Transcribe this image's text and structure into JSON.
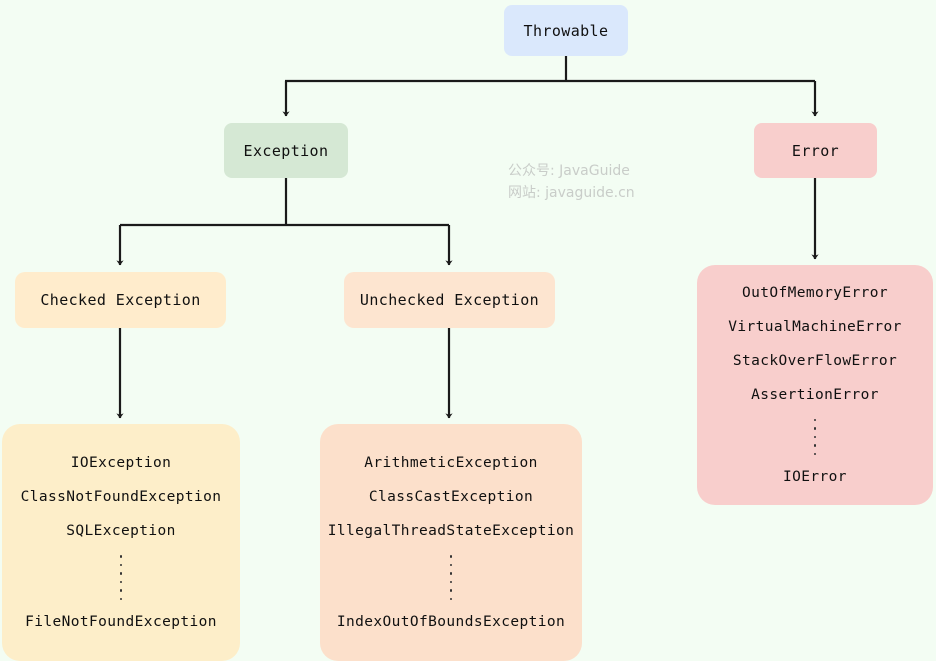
{
  "diagram": {
    "title": "Java Throwable Hierarchy",
    "background_color": "#f3fdf3",
    "edge_color": "#1a1a1a",
    "watermark": {
      "line1": "公众号: JavaGuide",
      "line2": "网站: javaguide.cn",
      "color": "#c9cdc9"
    },
    "nodes": {
      "throwable": {
        "label": "Throwable",
        "color": "#dae8fc"
      },
      "exception": {
        "label": "Exception",
        "color": "#d5e8d4"
      },
      "error": {
        "label": "Error",
        "color": "#f8cecc"
      },
      "checked": {
        "label": "Checked Exception",
        "color": "#ffeccc"
      },
      "unchecked": {
        "label": "Unchecked Exception",
        "color": "#fde5d0"
      },
      "checked_list": {
        "color": "#fdeec9",
        "items_top": [
          "IOException",
          "ClassNotFoundException",
          "SQLException"
        ],
        "ellipsis": "vertical-dots",
        "items_bottom": [
          "FileNotFoundException"
        ]
      },
      "unchecked_list": {
        "color": "#fce0cb",
        "items_top": [
          "ArithmeticException",
          "ClassCastException",
          "IllegalThreadStateException"
        ],
        "ellipsis": "vertical-dots",
        "items_bottom": [
          "IndexOutOfBoundsException"
        ]
      },
      "error_list": {
        "color": "#f8cecc",
        "items_top": [
          "OutOfMemoryError",
          "VirtualMachineError",
          "StackOverFlowError",
          "AssertionError"
        ],
        "ellipsis": "vertical-dots",
        "items_bottom": [
          "IOError"
        ]
      }
    },
    "edges": [
      {
        "from": "throwable",
        "to": "exception"
      },
      {
        "from": "throwable",
        "to": "error"
      },
      {
        "from": "exception",
        "to": "checked"
      },
      {
        "from": "exception",
        "to": "unchecked"
      },
      {
        "from": "checked",
        "to": "checked_list"
      },
      {
        "from": "unchecked",
        "to": "unchecked_list"
      },
      {
        "from": "error",
        "to": "error_list"
      }
    ]
  }
}
